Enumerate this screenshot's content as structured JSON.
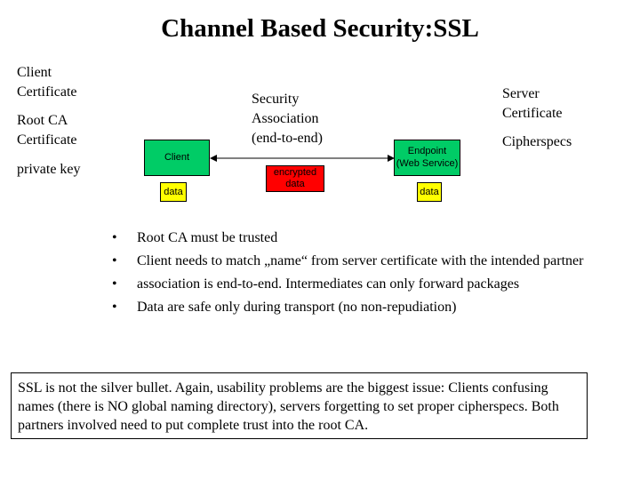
{
  "title": "Channel Based Security:SSL",
  "client_side": {
    "certificate": [
      "Client",
      "Certificate"
    ],
    "root_ca": [
      "Root CA",
      "Certificate"
    ],
    "private_key": "private key"
  },
  "server_side": {
    "certificate": [
      "Server",
      "Certificate"
    ],
    "cipherspecs": "Cipherspecs"
  },
  "security_association": [
    "Security",
    "Association",
    "(end-to-end)"
  ],
  "diagram": {
    "client_box": "Client",
    "client_data": "data",
    "encrypted": [
      "encrypted",
      "data"
    ],
    "endpoint": [
      "Endpoint",
      "(Web Service)"
    ],
    "endpoint_data": "data"
  },
  "bullets": [
    "Root CA must be trusted",
    "Client needs to match „name“ from server certificate with the intended partner",
    "association is end-to-end. Intermediates can only forward packages",
    "Data are safe only during transport (no non-repudiation)"
  ],
  "bullet_symbol": "•",
  "note": "SSL is not the silver bullet. Again, usability problems are the biggest issue: Clients confusing names (there is NO global naming directory), servers forgetting to set proper cipherspecs. Both partners involved need to put complete trust into the root CA.",
  "colors": {
    "client": "#00cc66",
    "endpoint": "#00cc66",
    "data": "#ffff00",
    "encrypted": "#ff0000"
  }
}
